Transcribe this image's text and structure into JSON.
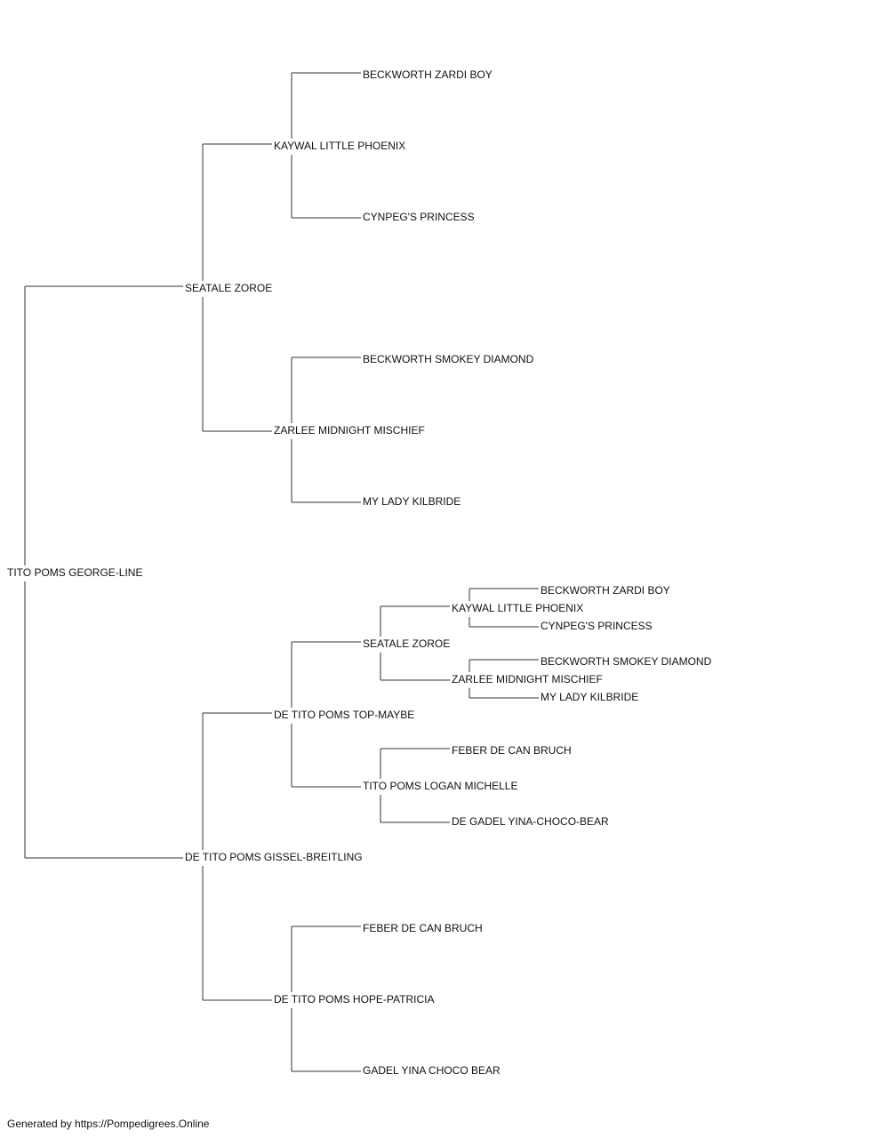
{
  "pedigree": {
    "name": "TITO POMS GEORGE-LINE",
    "sire": {
      "name": "SEATALE ZOROE",
      "sire": {
        "name": "KAYWAL LITTLE PHOENIX",
        "sire": {
          "name": "BECKWORTH ZARDI BOY"
        },
        "dam": {
          "name": "CYNPEG'S PRINCESS"
        }
      },
      "dam": {
        "name": "ZARLEE MIDNIGHT MISCHIEF",
        "sire": {
          "name": "BECKWORTH SMOKEY DIAMOND"
        },
        "dam": {
          "name": "MY LADY KILBRIDE"
        }
      }
    },
    "dam": {
      "name": "DE TITO POMS GISSEL-BREITLING",
      "sire": {
        "name": "DE TITO POMS TOP-MAYBE",
        "sire": {
          "name": "SEATALE ZOROE",
          "sire": {
            "name": "KAYWAL LITTLE PHOENIX",
            "sire": {
              "name": "BECKWORTH ZARDI BOY"
            },
            "dam": {
              "name": "CYNPEG'S PRINCESS"
            }
          },
          "dam": {
            "name": "ZARLEE MIDNIGHT MISCHIEF",
            "sire": {
              "name": "BECKWORTH SMOKEY DIAMOND"
            },
            "dam": {
              "name": "MY LADY KILBRIDE"
            }
          }
        },
        "dam": {
          "name": "TITO POMS LOGAN MICHELLE",
          "sire": {
            "name": "FEBER DE CAN BRUCH"
          },
          "dam": {
            "name": "DE GADEL YINA-CHOCO-BEAR"
          }
        }
      },
      "dam": {
        "name": "DE TITO POMS HOPE-PATRICIA",
        "sire": {
          "name": "FEBER DE CAN BRUCH"
        },
        "dam": {
          "name": "GADEL YINA CHOCO BEAR"
        }
      }
    }
  },
  "footer": "Generated by https://Pompedigrees.Online",
  "colors": {
    "line": "#333333",
    "text": "#111111"
  }
}
